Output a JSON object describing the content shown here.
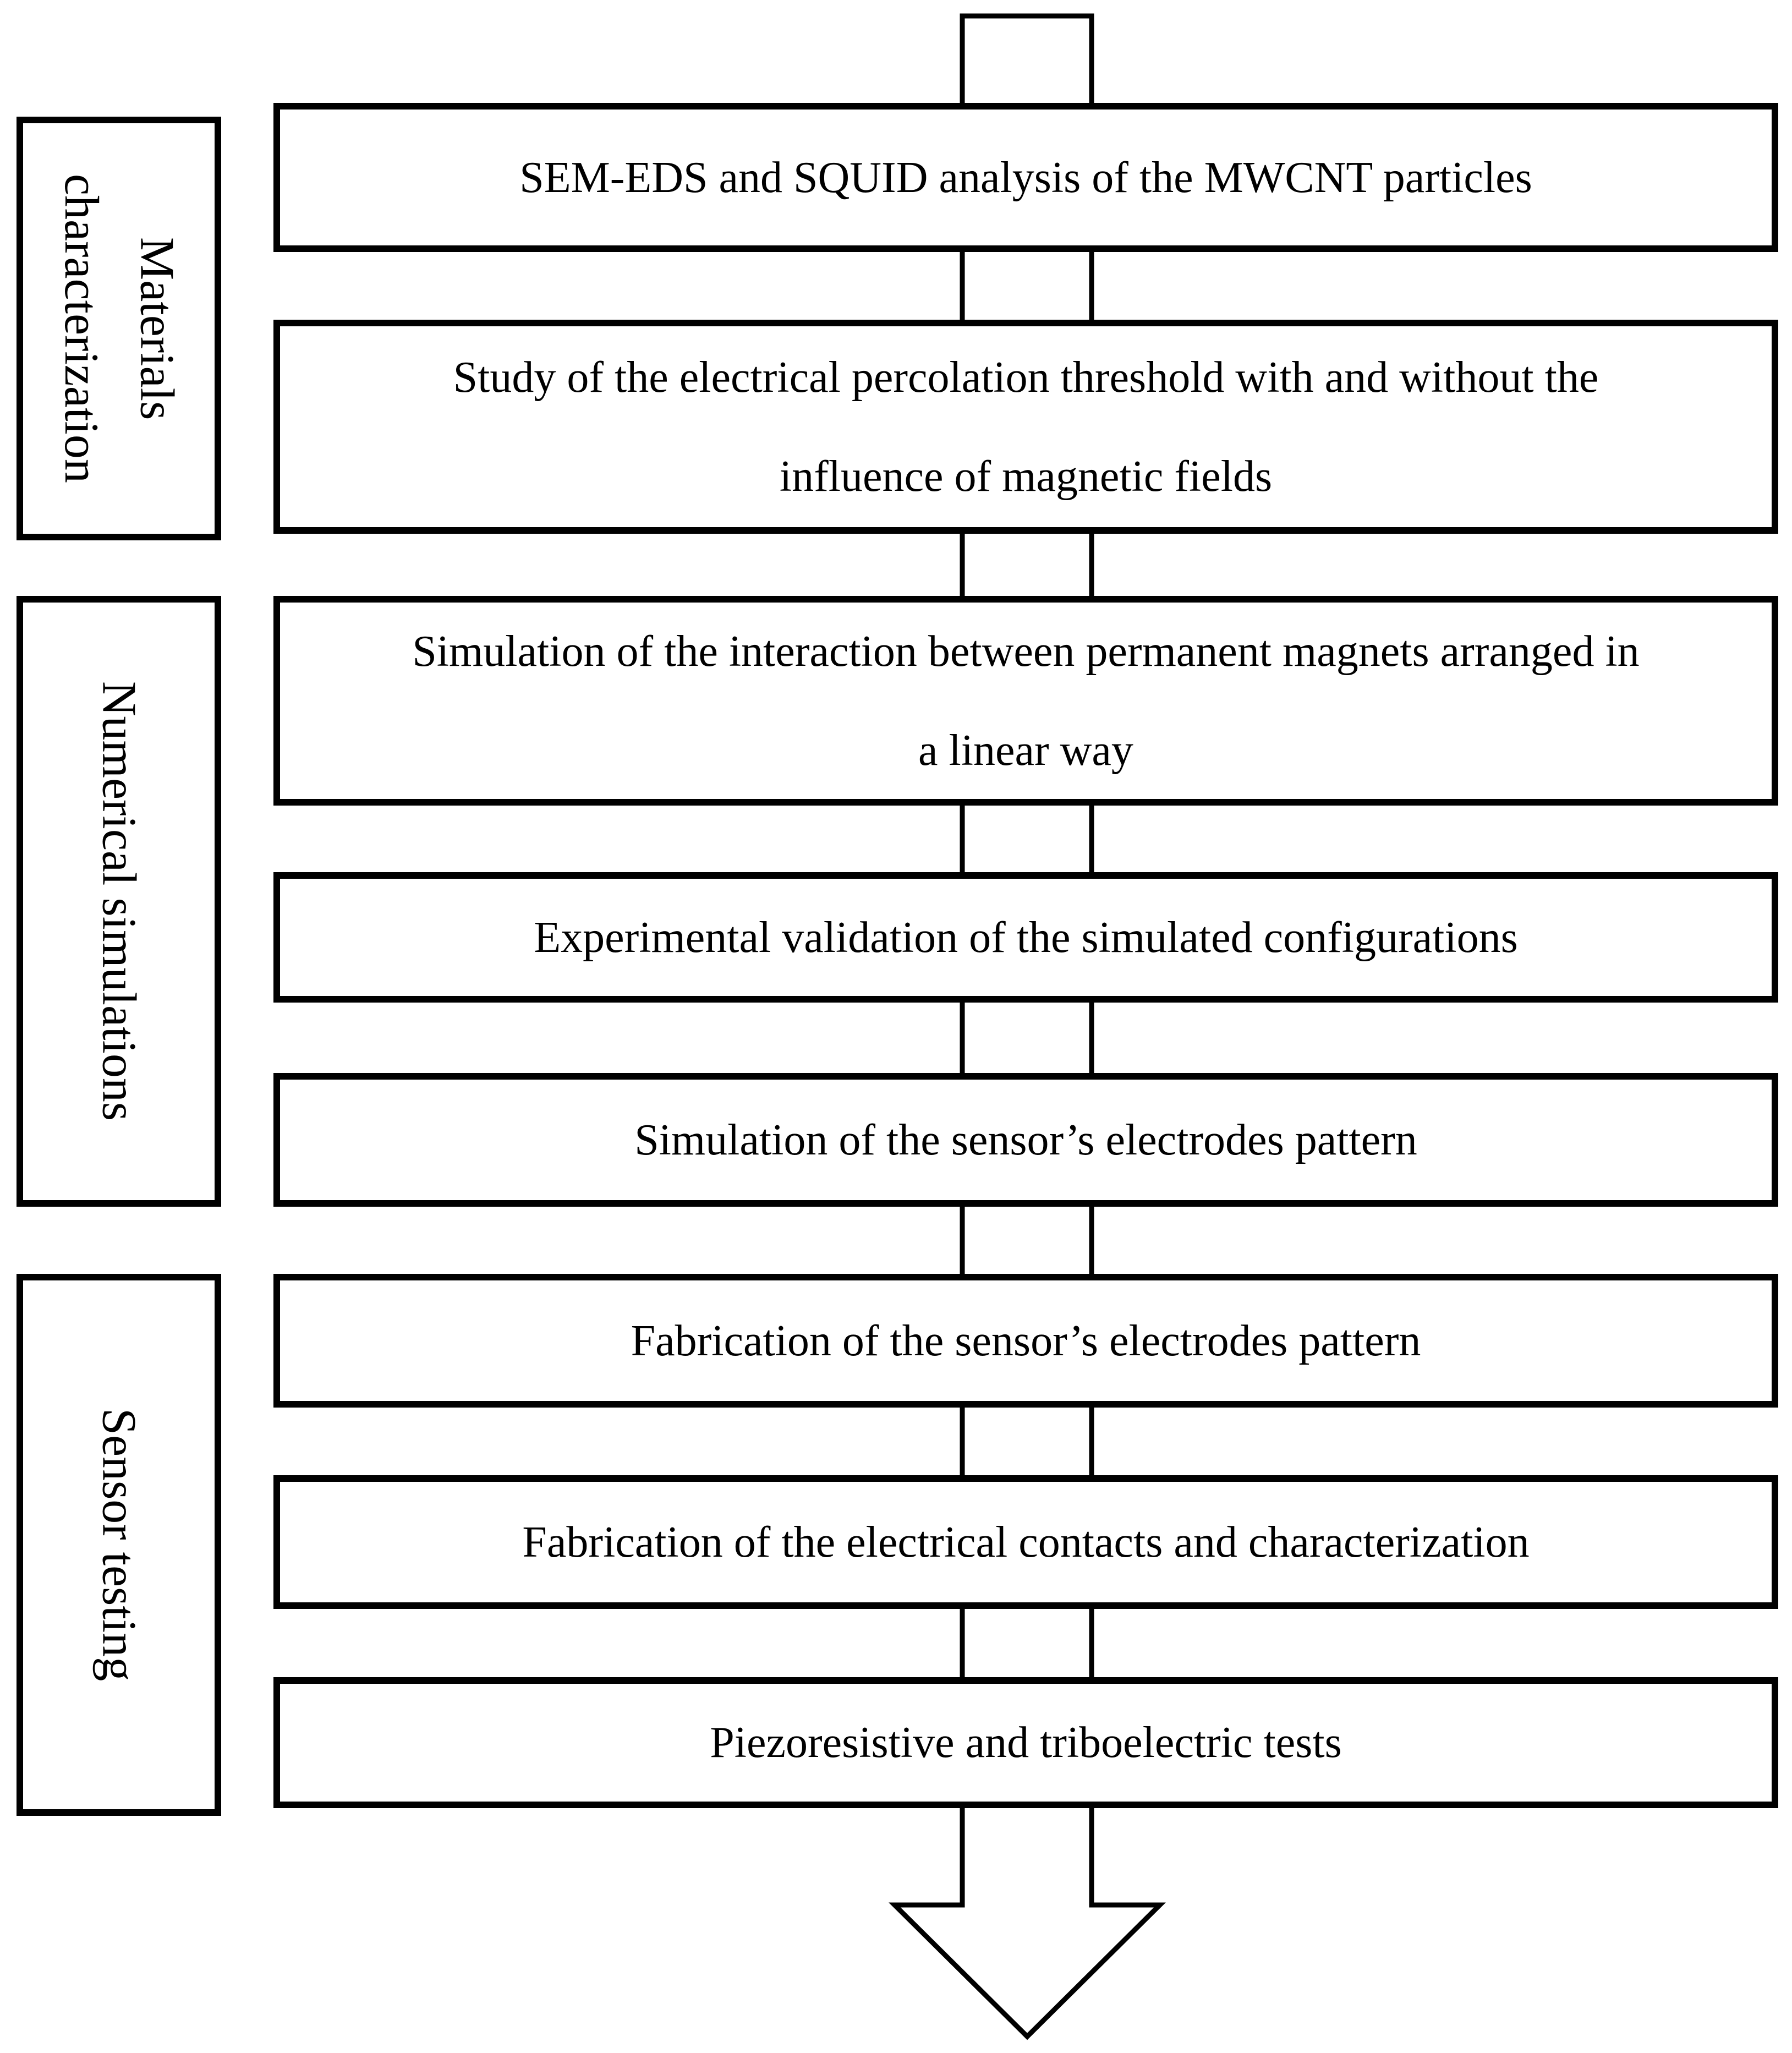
{
  "colors": {
    "line": "#000000",
    "background": "#ffffff",
    "text": "#000000"
  },
  "sidebar": {
    "groups": [
      {
        "label": "Materials characterization",
        "lines": [
          "Materials",
          "characterization"
        ]
      },
      {
        "label": "Numerical simulations",
        "lines": [
          "Numerical simulations"
        ]
      },
      {
        "label": "Sensor testing",
        "lines": [
          "Sensor testing"
        ]
      }
    ]
  },
  "diagram": {
    "boxes": [
      {
        "lines": [
          "SEM-EDS and SQUID analysis of the MWCNT particles"
        ]
      },
      {
        "lines": [
          "Study of the electrical percolation threshold with and without the",
          "influence of magnetic fields"
        ]
      },
      {
        "lines": [
          "Simulation of the interaction between permanent magnets arranged in",
          "a linear way"
        ]
      },
      {
        "lines": [
          "Experimental validation of the simulated configurations"
        ]
      },
      {
        "lines": [
          "Simulation of the sensor’s electrodes pattern"
        ]
      },
      {
        "lines": [
          "Fabrication of the sensor’s electrodes pattern"
        ]
      },
      {
        "lines": [
          "Fabrication of the electrical contacts and characterization"
        ]
      },
      {
        "lines": [
          "Piezoresistive and triboelectric tests"
        ]
      }
    ],
    "arrow": {
      "shape": "hollow-arrow",
      "direction": "down"
    }
  }
}
